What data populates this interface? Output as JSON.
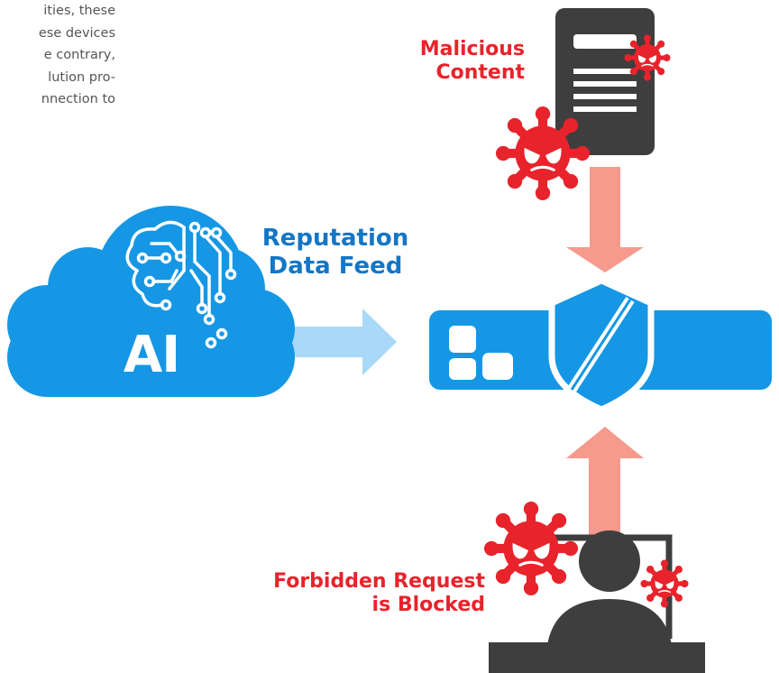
{
  "intro_text": {
    "lines": [
      "ities, these",
      "ese devices",
      "e contrary,",
      "lution pro-",
      "nnection to"
    ]
  },
  "labels": {
    "malicious_content": [
      "Malicious",
      "Content"
    ],
    "reputation_feed": [
      "Reputation",
      "Data Feed"
    ],
    "cloud_text": "AI",
    "forbidden_request": [
      "Forbidden Request",
      "is Blocked"
    ]
  },
  "colors": {
    "brand_blue": "#1597e5",
    "label_blue": "#1476c6",
    "threat_red": "#e8232b",
    "arrow_salmon": "#f59a8c",
    "arrow_lightblue": "#a9d8f8",
    "server_gray": "#3e3e3e"
  },
  "icons": [
    "ai-cloud-icon",
    "brain-circuit-icon",
    "server-icon",
    "virus-icon",
    "firewall-shield-icon",
    "user-laptop-icon"
  ]
}
